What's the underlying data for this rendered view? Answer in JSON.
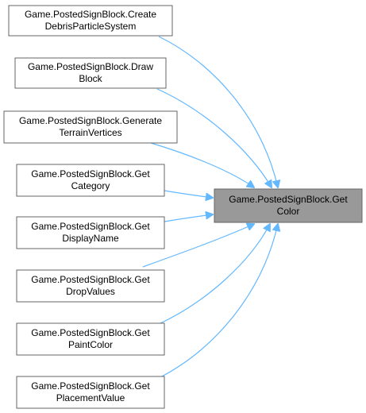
{
  "diagram": {
    "target": {
      "lines": [
        "Game.PostedSignBlock.Get",
        "Color"
      ]
    },
    "sources": [
      {
        "lines": [
          "Game.PostedSignBlock.Create",
          "DebrisParticleSystem"
        ]
      },
      {
        "lines": [
          "Game.PostedSignBlock.Draw",
          "Block"
        ]
      },
      {
        "lines": [
          "Game.PostedSignBlock.Generate",
          "TerrainVertices"
        ]
      },
      {
        "lines": [
          "Game.PostedSignBlock.Get",
          "Category"
        ]
      },
      {
        "lines": [
          "Game.PostedSignBlock.Get",
          "DisplayName"
        ]
      },
      {
        "lines": [
          "Game.PostedSignBlock.Get",
          "DropValues"
        ]
      },
      {
        "lines": [
          "Game.PostedSignBlock.Get",
          "PaintColor"
        ]
      },
      {
        "lines": [
          "Game.PostedSignBlock.Get",
          "PlacementValue"
        ]
      }
    ],
    "colors": {
      "edge": "#63b8ff",
      "target_fill": "#999999",
      "border": "#666666"
    }
  }
}
